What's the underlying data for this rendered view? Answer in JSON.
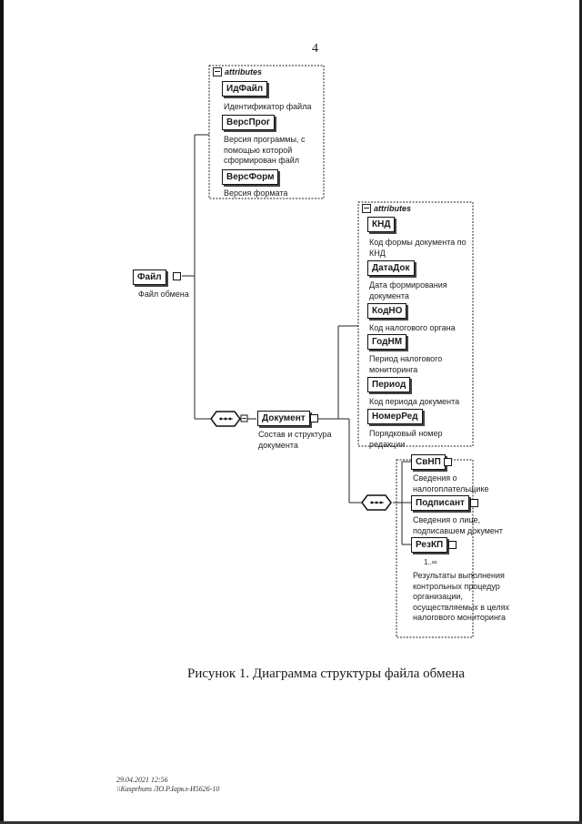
{
  "page_number": "4",
  "root": {
    "label": "Файл",
    "description": "Файл обмена"
  },
  "attributes_header": "attributes",
  "root_attributes": [
    {
      "name": "ИдФайл",
      "description": "Идентификатор файла"
    },
    {
      "name": "ВерсПрог",
      "description": "Версия программы, с помощью которой сформирован файл"
    },
    {
      "name": "ВерсФорм",
      "description": "Версия формата"
    }
  ],
  "document": {
    "label": "Документ",
    "description": "Состав и структура документа"
  },
  "document_attributes": [
    {
      "name": "КНД",
      "description": "Код формы документа по КНД"
    },
    {
      "name": "ДатаДок",
      "description": "Дата формирования документа"
    },
    {
      "name": "КодНО",
      "description": "Код налогового органа"
    },
    {
      "name": "ГодНМ",
      "description": "Период налогового мониторинга"
    },
    {
      "name": "Период",
      "description": "Код периода документа"
    },
    {
      "name": "НомерРед",
      "description": "Порядковый номер редакции"
    }
  ],
  "children": [
    {
      "name": "СвНП",
      "description": "Сведения о налогоплательщике"
    },
    {
      "name": "Подписант",
      "description": "Сведения о лице, подписавшем документ"
    },
    {
      "name": "РезКП",
      "multiplicity": "1..∞",
      "description": "Результаты выполнения контрольных процедур организации, осуществляемых в целях налогового мониторинга"
    }
  ],
  "caption": "Рисунок 1. Диаграмма структуры файла обмена",
  "footer": {
    "line1": "29.04.2021 12:56",
    "line2": "\\\\Kasprhuns ЛО.Р.Іаркл-И5626-10"
  }
}
